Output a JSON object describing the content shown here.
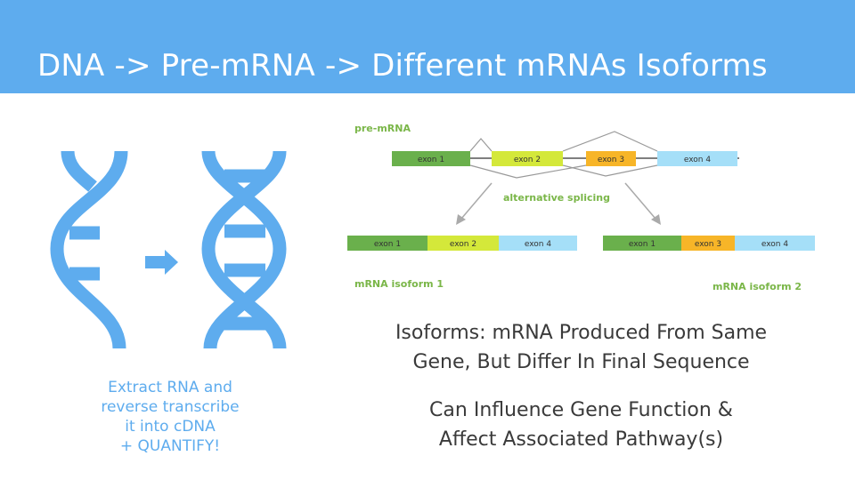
{
  "slide": {
    "title": "DNA -> Pre-mRNA -> Different mRNAs Isoforms"
  },
  "caption": {
    "lines": [
      "Extract RNA and",
      "reverse transcribe",
      "it into cDNA",
      "+ QUANTIFY!"
    ]
  },
  "diagram": {
    "premrna_label": "pre-mRNA",
    "splicing_label": "alternative splicing",
    "premrna_exons": [
      "exon 1",
      "exon 2",
      "exon 3",
      "exon 4"
    ],
    "isoform1": {
      "label": "mRNA isoform 1",
      "exons": [
        "exon 1",
        "exon 2",
        "exon 4"
      ]
    },
    "isoform2": {
      "label": "mRNA isoform 2",
      "exons": [
        "exon 1",
        "exon 3",
        "exon 4"
      ]
    }
  },
  "statements": {
    "isoform_definition": [
      "Isoforms: mRNA Produced From Same",
      "Gene, But Differ In Final Sequence"
    ],
    "influence": [
      "Can Influence Gene Function &",
      "Affect Associated Pathway(s)"
    ]
  },
  "colors": {
    "header": "#5eacee",
    "helix": "#5eacee",
    "exon1": "#6ab04c",
    "exon2": "#d4e83a",
    "exon3": "#f7b528",
    "exon4": "#a5dff8",
    "label_green": "#7ab648"
  }
}
